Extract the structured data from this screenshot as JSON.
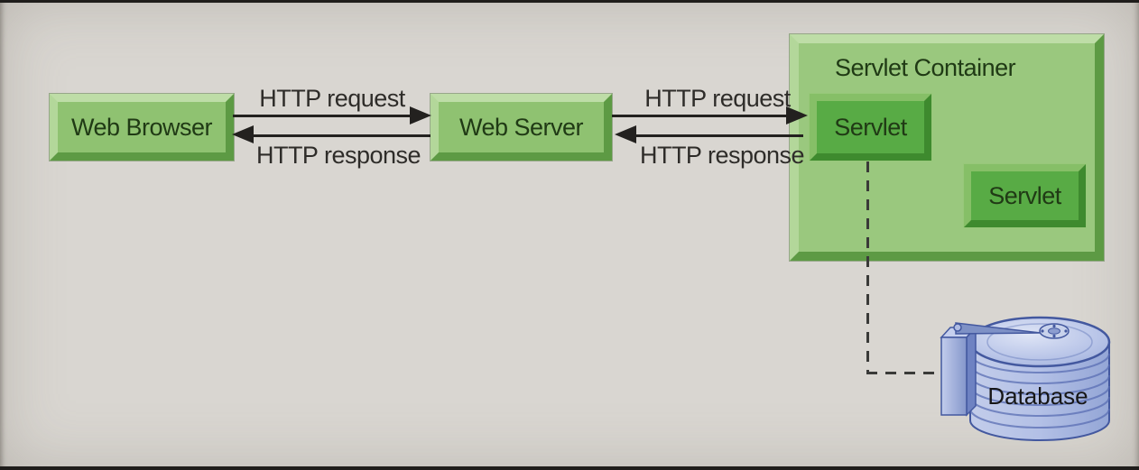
{
  "colors": {
    "bg": "#d9d6d1",
    "frame": "#1f1d1b",
    "box_fill": "#8fc271",
    "box_bevel_light": "#bedda7",
    "box_bevel_light2": "#b3d79a",
    "box_bevel_dark": "#5d9a44",
    "container_fill": "#9ac87e",
    "servlet_fill": "#58ab45",
    "servlet_bevel_light": "#86bf67",
    "servlet_bevel_dark": "#3e8a2e",
    "box_text": "#203a15",
    "arrow": "#23211f",
    "label_text": "#2e2c29",
    "dash": "#3a3a38",
    "db_fill_light": "#cdd6ef",
    "db_fill": "#a9b8e0",
    "db_fill_dark": "#8598cc",
    "db_line": "#43589f",
    "db_text": "#161616"
  },
  "nodes": {
    "web_browser": "Web Browser",
    "web_server": "Web Server",
    "servlet_container": "Servlet Container",
    "servlet_top": "Servlet",
    "servlet_bottom": "Servlet",
    "database": "Database"
  },
  "arrows": {
    "browser_to_server": "HTTP request",
    "server_to_browser": "HTTP response",
    "server_to_container": "HTTP request",
    "container_to_server": "HTTP response"
  }
}
